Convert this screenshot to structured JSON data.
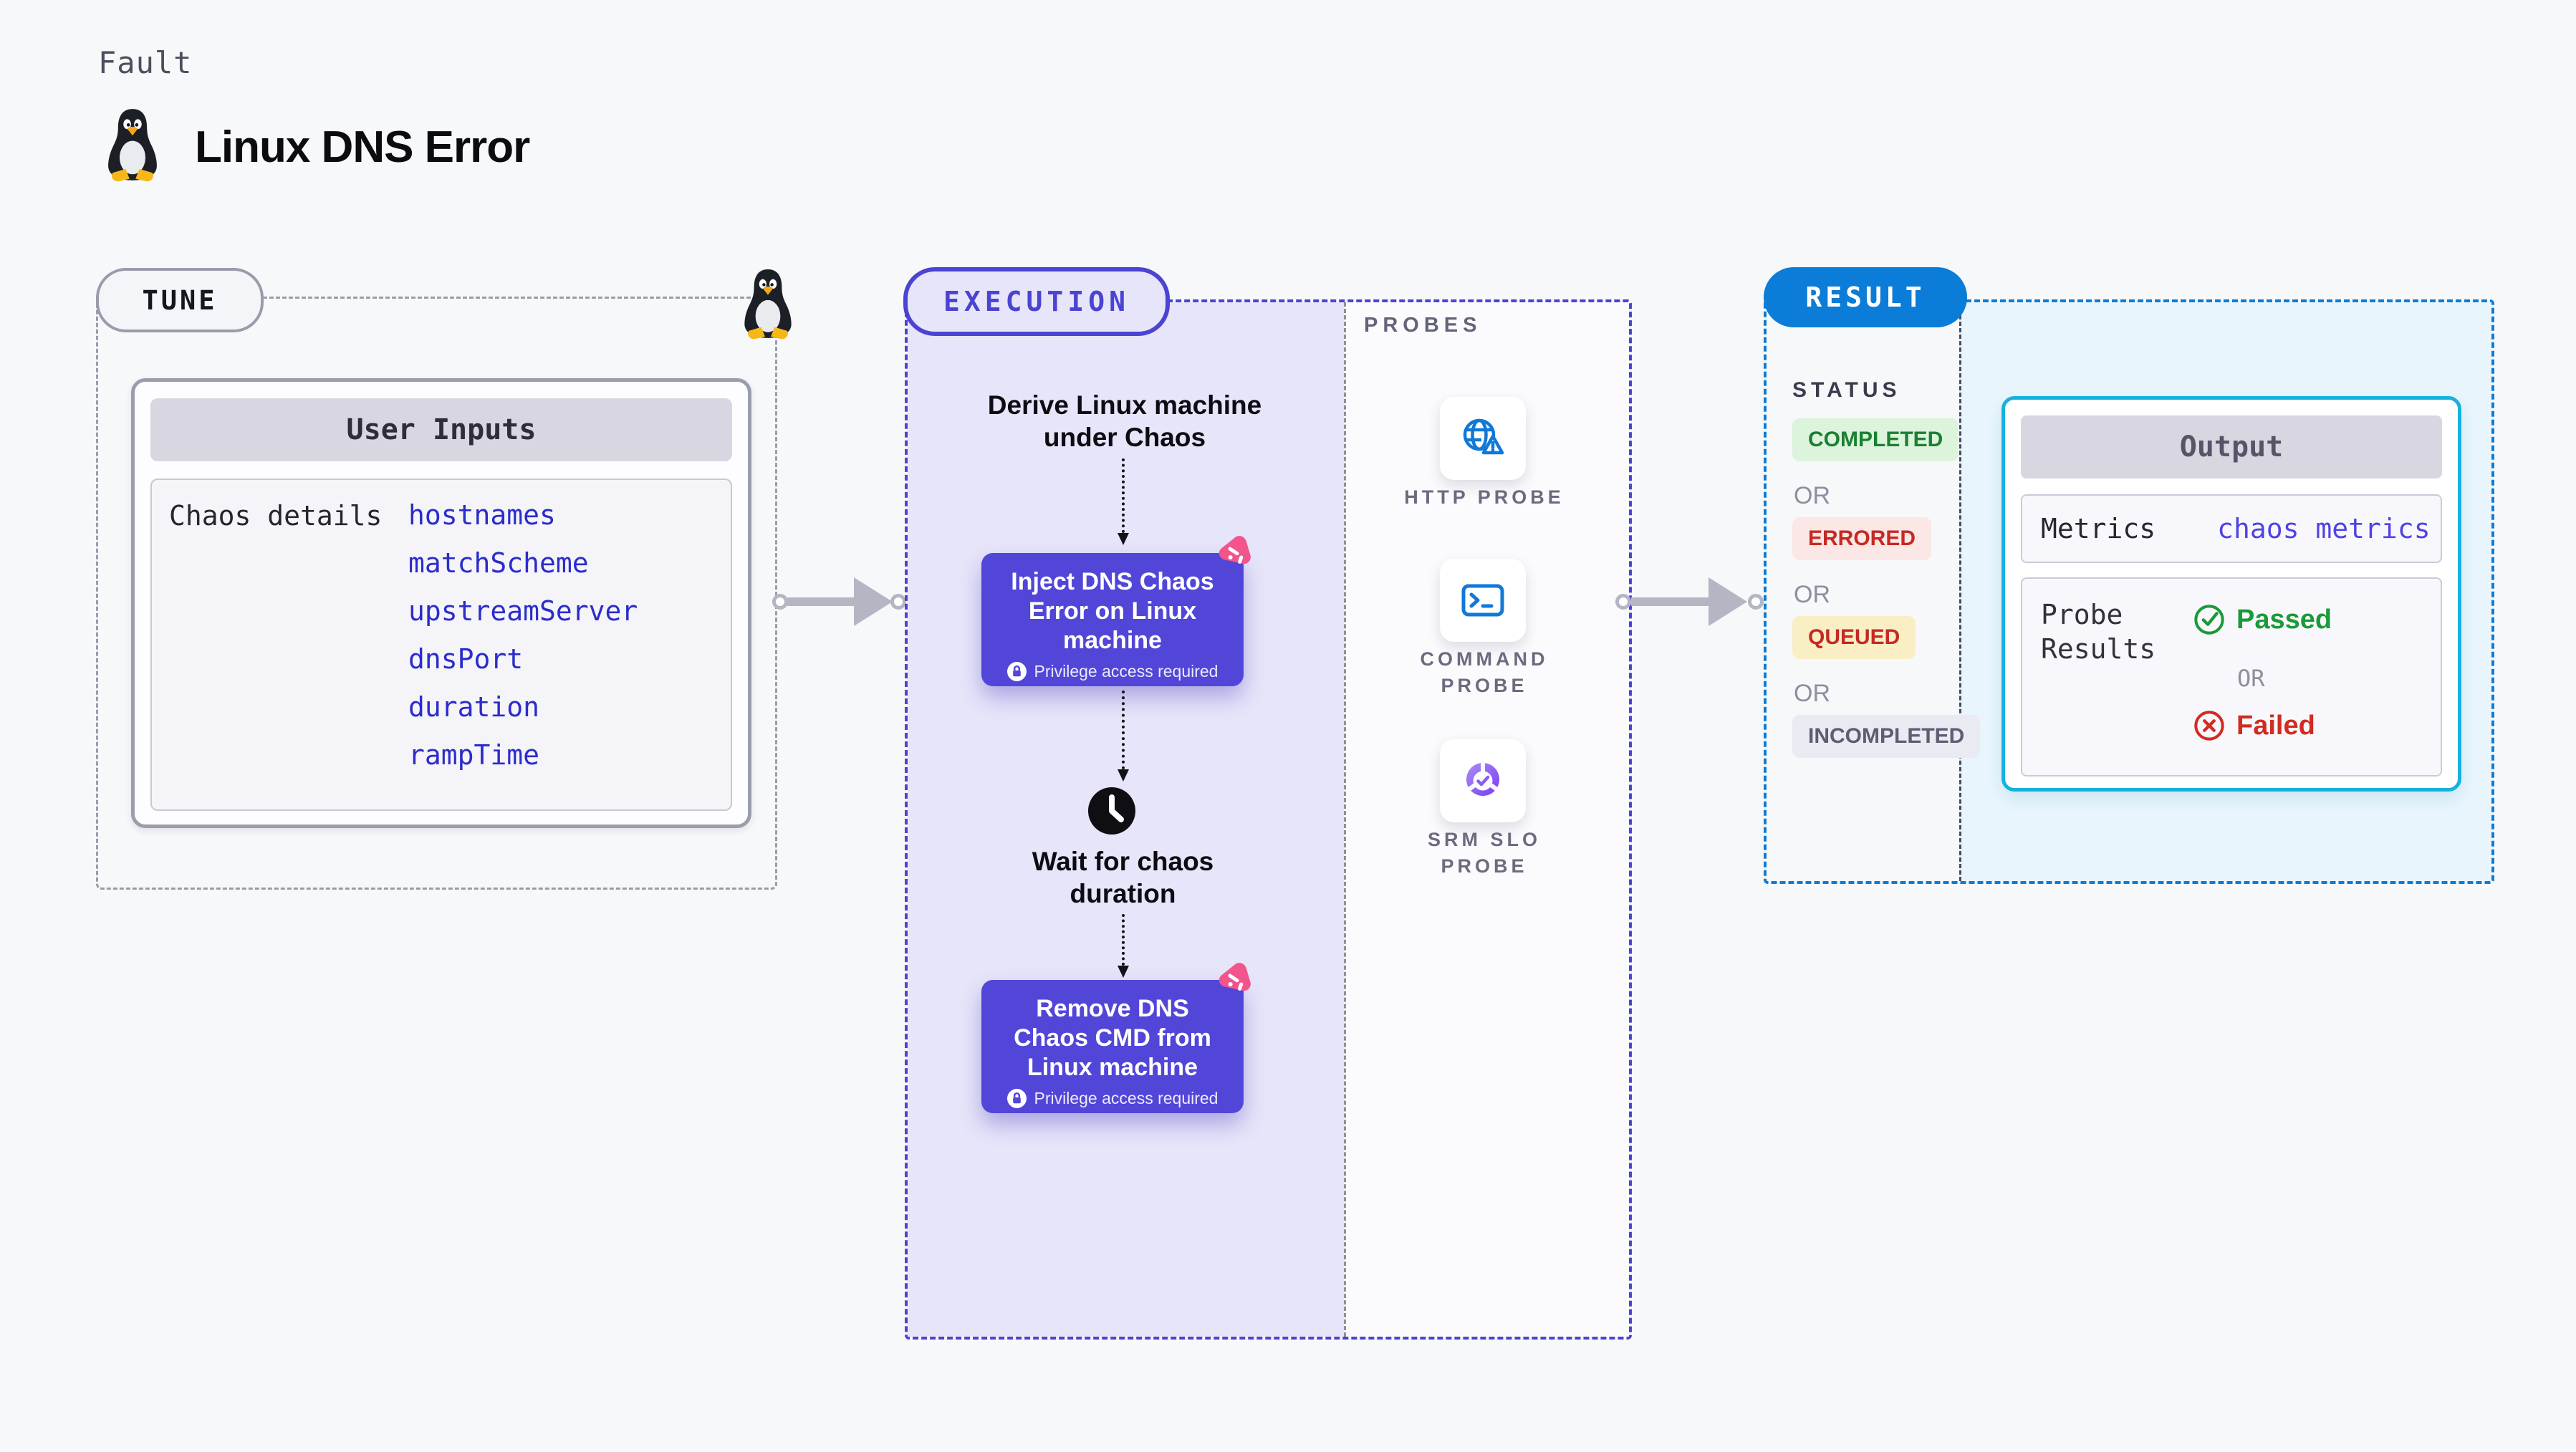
{
  "header": {
    "kind_label": "Fault",
    "title": "Linux DNS Error"
  },
  "tune": {
    "badge": "TUNE",
    "table": {
      "header": "User Inputs",
      "row_label": "Chaos details",
      "inputs": [
        "hostnames",
        "matchScheme",
        "upstreamServer",
        "dnsPort",
        "duration",
        "rampTime"
      ]
    }
  },
  "execution": {
    "badge": "EXECUTION",
    "derive_step": "Derive Linux machine under Chaos",
    "inject_step": "Inject DNS Chaos Error on Linux machine",
    "wait_step": "Wait for chaos duration",
    "remove_step": "Remove DNS Chaos CMD from Linux machine",
    "privilege_note": "Privilege access required"
  },
  "probes": {
    "label": "PROBES",
    "items": [
      {
        "name": "HTTP PROBE",
        "icon": "globe-alert-icon"
      },
      {
        "name": "COMMAND PROBE",
        "icon": "terminal-icon"
      },
      {
        "name": "SRM SLO PROBE",
        "icon": "slo-donut-icon"
      }
    ]
  },
  "result": {
    "badge": "RESULT",
    "status": {
      "label": "STATUS",
      "or": "OR",
      "values": [
        {
          "text": "COMPLETED",
          "fg": "#1b8031",
          "bg": "#dcf3dc"
        },
        {
          "text": "ERRORED",
          "fg": "#c52a22",
          "bg": "#fbe7e5"
        },
        {
          "text": "QUEUED",
          "fg": "#c52a22",
          "bg": "#faeec5"
        },
        {
          "text": "INCOMPLETED",
          "fg": "#5d5d75",
          "bg": "#eaeaf2"
        }
      ]
    },
    "output": {
      "header": "Output",
      "metrics_label": "Metrics",
      "metrics_value": "chaos metrics",
      "probe_results_label": "Probe Results",
      "passed": "Passed",
      "or": "OR",
      "failed": "Failed"
    }
  },
  "colors": {
    "accent_indigo": "#4b43d2",
    "node_fill": "#5246d8",
    "result_blue": "#0b7cd7",
    "output_border": "#16b2de",
    "probe_icon_blue": "#1079d8",
    "chaos_pink": "#f2548b",
    "passed_green": "#1a9a38",
    "failed_red": "#d22b20",
    "link_blue": "#2c2cca",
    "lavender_fill": "#e7e5f9"
  }
}
